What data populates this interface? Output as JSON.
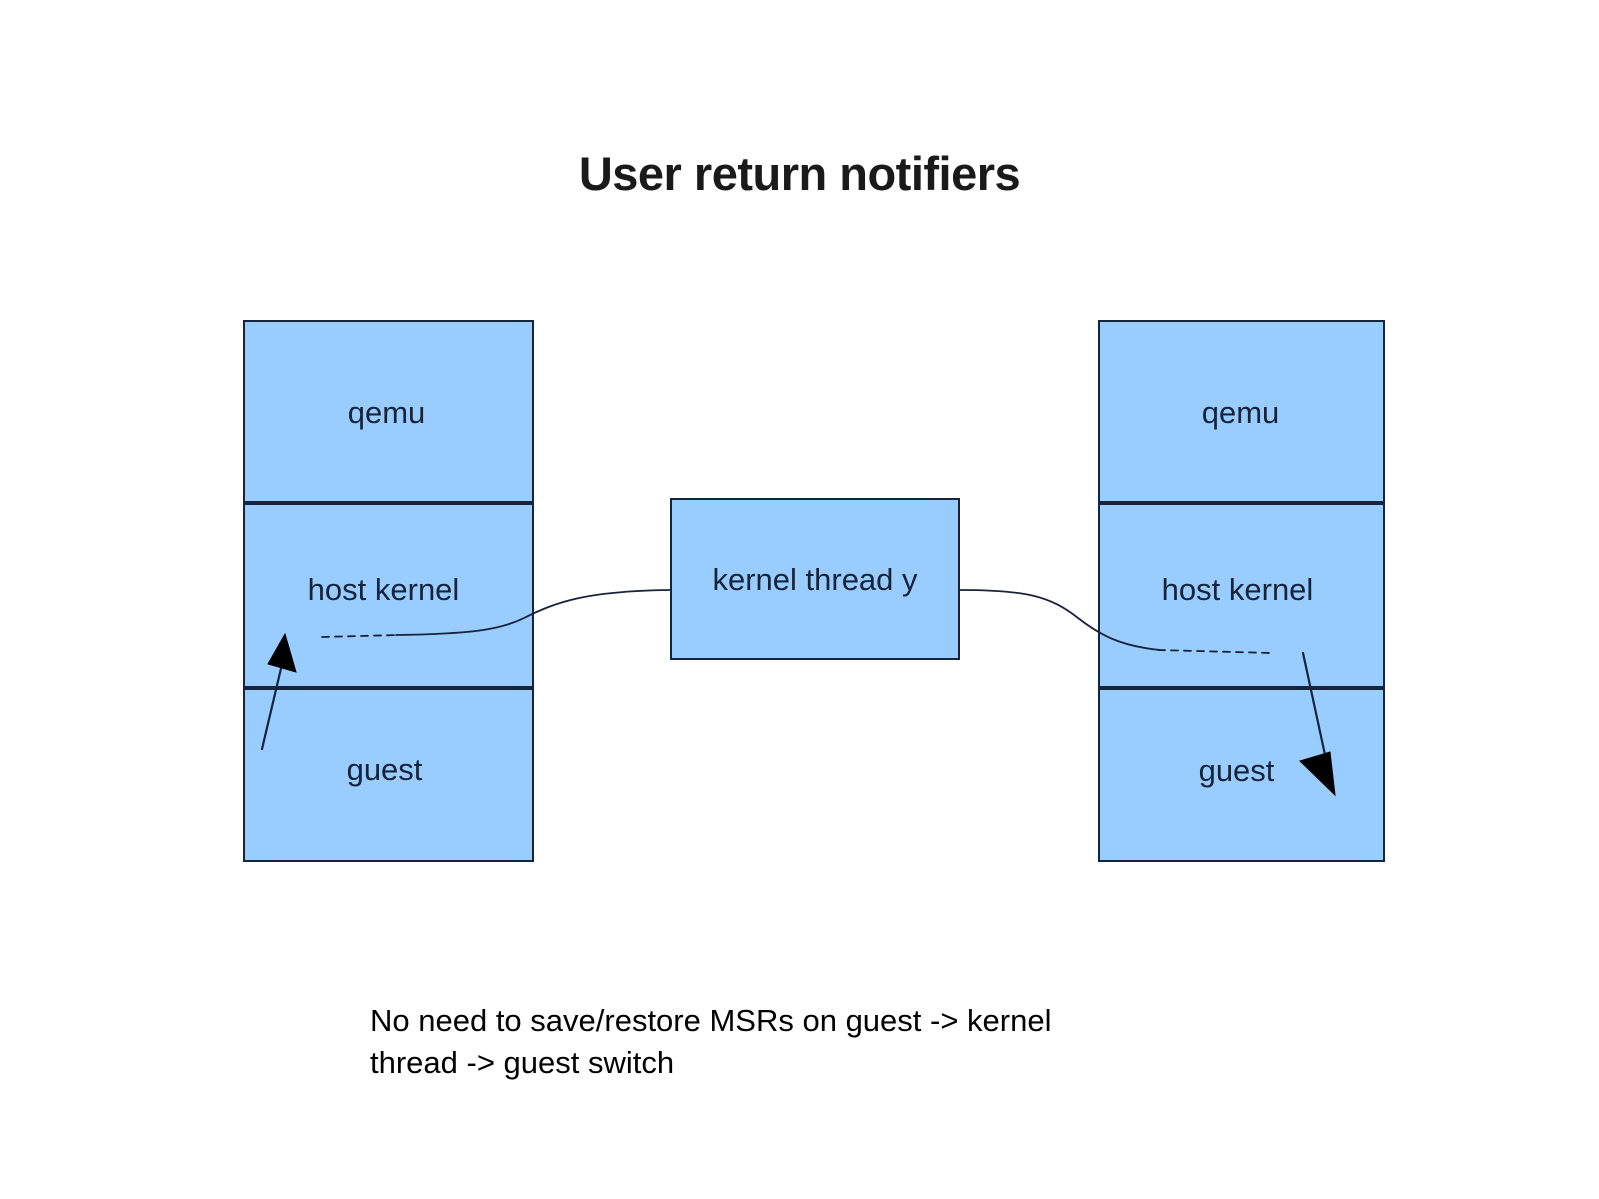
{
  "slide": {
    "title": "User return notifiers",
    "background_color": "#ffffff",
    "box_fill_color": "#99ccff",
    "box_border_color": "#17253c",
    "label_color": "#16233a"
  },
  "left_stack": {
    "name": "left process stack",
    "segments": [
      {
        "label": "qemu"
      },
      {
        "label": "host kernel"
      },
      {
        "label": "guest"
      }
    ]
  },
  "middle": {
    "label": "kernel thread y"
  },
  "right_stack": {
    "name": "right process stack",
    "segments": [
      {
        "label": "qemu"
      },
      {
        "label": "host kernel"
      },
      {
        "label": "guest"
      }
    ]
  },
  "caption": {
    "line1": "No need to save/restore MSRs on guest -> kernel",
    "line2": "thread -> guest switch"
  },
  "connectors": [
    {
      "name": "left-to-kernel-thread",
      "style": "curve-with-dashed-tail"
    },
    {
      "name": "kernel-thread-to-right",
      "style": "curve-with-dashed-tail"
    }
  ],
  "arrows": [
    {
      "name": "guest-to-host-kernel-arrow",
      "direction": "up-left"
    },
    {
      "name": "host-kernel-to-guest-arrow",
      "direction": "down-right"
    }
  ]
}
